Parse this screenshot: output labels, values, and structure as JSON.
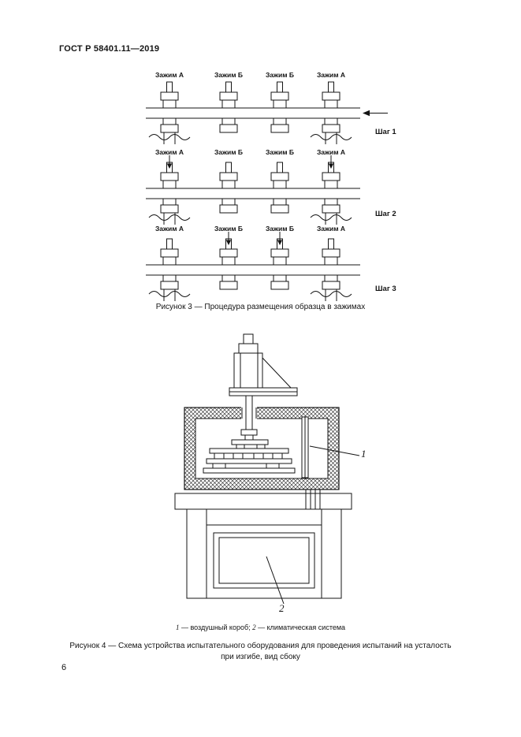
{
  "page": {
    "header": "ГОСТ Р 58401.11—2019",
    "page_number": "6"
  },
  "figure3": {
    "caption": "Рисунок 3 — Процедура размещения образца в зажимах",
    "rows": [
      {
        "step": "Шаг 1",
        "clamps": [
          "Зажим А",
          "Зажим Б",
          "Зажим Б",
          "Зажим А"
        ]
      },
      {
        "step": "Шаг 2",
        "clamps": [
          "Зажим А",
          "Зажим Б",
          "Зажим Б",
          "Зажим А"
        ]
      },
      {
        "step": "Шаг 3",
        "clamps": [
          "Зажим А",
          "Зажим Б",
          "Зажим Б",
          "Зажим А"
        ]
      }
    ]
  },
  "figure4": {
    "callout_1": "1",
    "callout_2": "2",
    "legend": {
      "num1": "1",
      "text1": " — воздушный короб; ",
      "num2": "2",
      "text2": " — климатическая система"
    },
    "caption_line1": "Рисунок 4 — Схема устройства испытательного оборудования для проведения испытаний на усталость",
    "caption_line2": "при изгибе, вид сбоку"
  }
}
